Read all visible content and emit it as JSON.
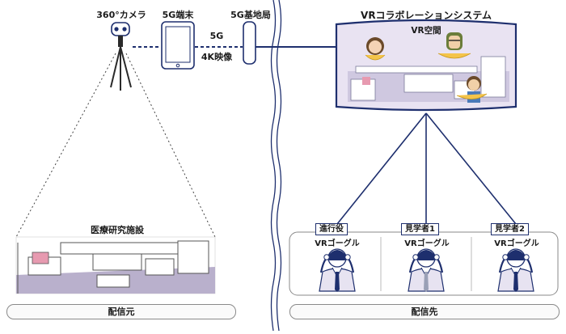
{
  "labels": {
    "camera": "360°カメラ",
    "terminal": "5G端末",
    "base_station": "5G基地局",
    "link_5g": "5G",
    "link_4k": "4K映像",
    "system_title": "VRコラボレーションシステム",
    "vr_space": "VR空間",
    "facility": "医療研究施設",
    "source": "配信元",
    "destination": "配信先"
  },
  "participants": [
    {
      "role": "進行役",
      "device": "VRゴーグル",
      "tie": "#1e2f6e"
    },
    {
      "role": "見学者1",
      "device": "VRゴーグル",
      "tie": "#9aa0b6"
    },
    {
      "role": "見学者2",
      "device": "VRゴーグル",
      "tie": "#1e2f6e"
    }
  ],
  "colors": {
    "navy": "#1e2f6e",
    "screen_fill": "#e9e3f2",
    "floor": "#b9b0cc",
    "line": "#1e2f6e"
  }
}
